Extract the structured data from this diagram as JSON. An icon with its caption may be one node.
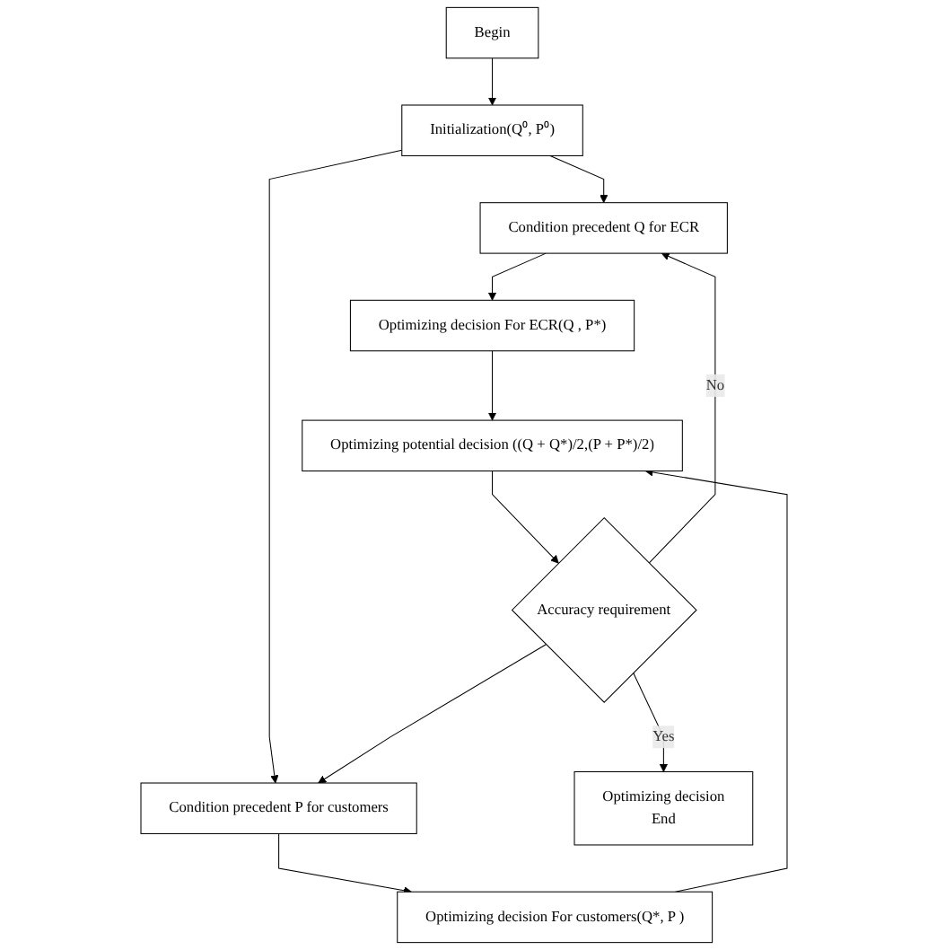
{
  "diagram": {
    "nodes": [
      {
        "text": [
          "Begin"
        ]
      },
      {
        "text": [
          "Initialization(Q⁰, P⁰)"
        ]
      },
      {
        "text": [
          "Condition precedent Q for ECR"
        ]
      },
      {
        "text": [
          "Condition precedent P for customers"
        ]
      },
      {
        "text": [
          "Optimizing decision For ECR(Q , P*)"
        ]
      },
      {
        "text": [
          "Optimizing decision For customers(Q*, P )"
        ]
      },
      {
        "text": [
          "Optimizing potential decision ((Q + Q*)/2,(P + P*)/2)"
        ]
      },
      {
        "text": [
          "Accuracy requirement"
        ]
      },
      {
        "text": [
          "Optimizing decision",
          "End"
        ]
      }
    ],
    "edges": [
      {
        "from": 0,
        "to": 1,
        "arrow": "to"
      },
      {
        "from": 1,
        "to": 2,
        "arrow": "to"
      },
      {
        "from": 1,
        "to": 3,
        "arrow": "to"
      },
      {
        "from": 2,
        "to": 4,
        "arrow": "to"
      },
      {
        "from": 3,
        "to": 5,
        "arrow": "to"
      },
      {
        "from": 4,
        "to": 6,
        "arrow": "to"
      },
      {
        "from": 5,
        "to": 6,
        "arrow": "to"
      },
      {
        "from": 6,
        "to": 7,
        "arrow": "to"
      },
      {
        "from": 7,
        "to": 8,
        "label": "Yes",
        "arrow": "to"
      },
      {
        "from": 7,
        "to": 2,
        "label": "No",
        "arrow": "to"
      },
      {
        "from": 7,
        "to": 3,
        "arrow": "to"
      }
    ]
  }
}
